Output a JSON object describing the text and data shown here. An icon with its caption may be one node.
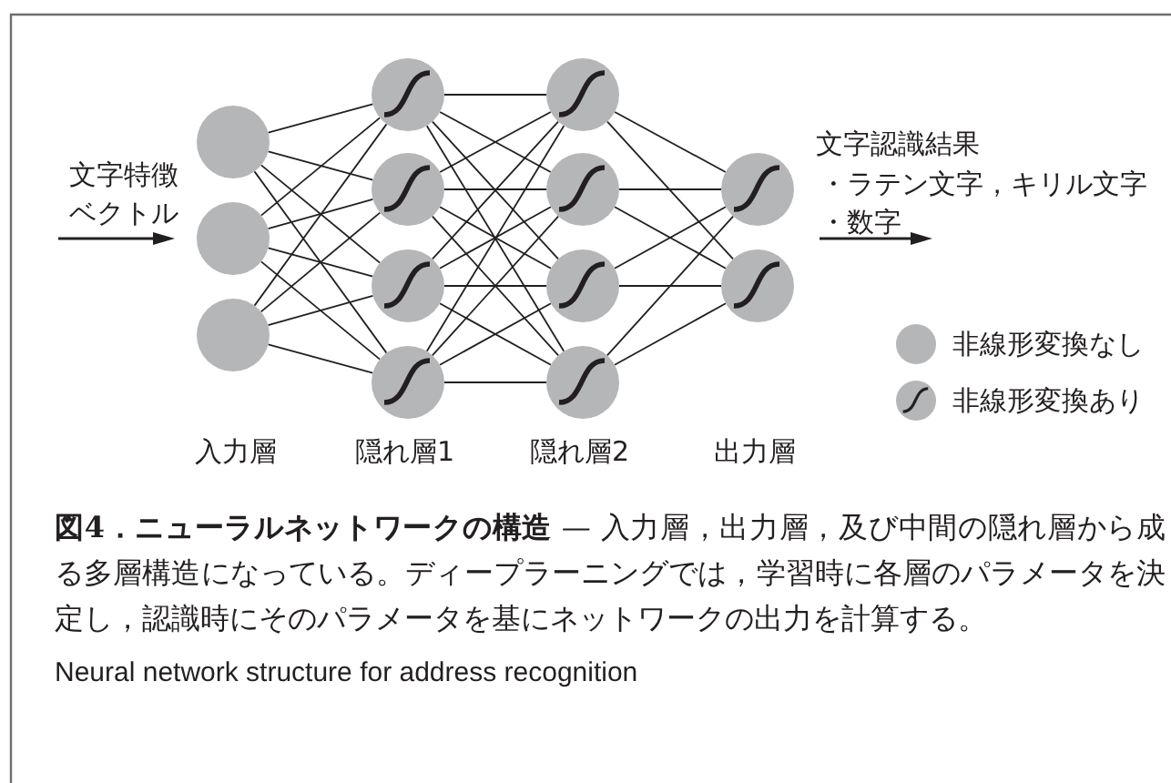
{
  "diagram": {
    "caption": "**図4．ニューラルネットワークの構造** — 入力層，出力層，及び中間の隠れ層から成る多層構造になっている。ディープラーニングでは，学習時に各層のパラメータを決定し，認識時にそのパラメータを基にネットワークの出力を計算する。",
    "nodes": [
      {
        "text": [],
        "shape": "circle"
      },
      {
        "text": [],
        "shape": "circle"
      },
      {
        "text": [],
        "shape": "circle"
      },
      {
        "text": [],
        "shape": "circle"
      },
      {
        "text": [],
        "shape": "circle"
      },
      {
        "text": [],
        "shape": "circle"
      },
      {
        "text": [],
        "shape": "circle"
      },
      {
        "text": [],
        "shape": "circle"
      },
      {
        "text": [],
        "shape": "circle"
      },
      {
        "text": [],
        "shape": "circle"
      },
      {
        "text": [],
        "shape": "circle"
      },
      {
        "text": [],
        "shape": "circle"
      },
      {
        "text": [],
        "shape": "circle"
      }
    ],
    "edges": [
      {
        "from": 0,
        "to": 3,
        "arrow": "none"
      },
      {
        "from": 0,
        "to": 4,
        "arrow": "none"
      },
      {
        "from": 0,
        "to": 5,
        "arrow": "none"
      },
      {
        "from": 0,
        "to": 6,
        "arrow": "none"
      },
      {
        "from": 1,
        "to": 3,
        "arrow": "none"
      },
      {
        "from": 1,
        "to": 4,
        "arrow": "none"
      },
      {
        "from": 1,
        "to": 5,
        "arrow": "none"
      },
      {
        "from": 1,
        "to": 6,
        "arrow": "none"
      },
      {
        "from": 2,
        "to": 3,
        "arrow": "none"
      },
      {
        "from": 2,
        "to": 4,
        "arrow": "none"
      },
      {
        "from": 2,
        "to": 5,
        "arrow": "none"
      },
      {
        "from": 2,
        "to": 6,
        "arrow": "none"
      },
      {
        "from": 3,
        "to": 7,
        "arrow": "none"
      },
      {
        "from": 3,
        "to": 8,
        "arrow": "none"
      },
      {
        "from": 3,
        "to": 9,
        "arrow": "none"
      },
      {
        "from": 3,
        "to": 10,
        "arrow": "none"
      },
      {
        "from": 4,
        "to": 7,
        "arrow": "none"
      },
      {
        "from": 4,
        "to": 8,
        "arrow": "none"
      },
      {
        "from": 4,
        "to": 9,
        "arrow": "none"
      },
      {
        "from": 4,
        "to": 10,
        "arrow": "none"
      },
      {
        "from": 5,
        "to": 7,
        "arrow": "none"
      },
      {
        "from": 5,
        "to": 8,
        "arrow": "none"
      },
      {
        "from": 5,
        "to": 9,
        "arrow": "none"
      },
      {
        "from": 5,
        "to": 10,
        "arrow": "none"
      },
      {
        "from": 6,
        "to": 7,
        "arrow": "none"
      },
      {
        "from": 6,
        "to": 8,
        "arrow": "none"
      },
      {
        "from": 6,
        "to": 9,
        "arrow": "none"
      },
      {
        "from": 6,
        "to": 10,
        "arrow": "none"
      },
      {
        "from": 7,
        "to": 11,
        "arrow": "none"
      },
      {
        "from": 7,
        "to": 12,
        "arrow": "none"
      },
      {
        "from": 8,
        "to": 11,
        "arrow": "none"
      },
      {
        "from": 8,
        "to": 12,
        "arrow": "none"
      },
      {
        "from": 9,
        "to": 11,
        "arrow": "none"
      },
      {
        "from": 9,
        "to": 12,
        "arrow": "none"
      },
      {
        "from": 10,
        "to": 11,
        "arrow": "none"
      },
      {
        "from": 10,
        "to": 12,
        "arrow": "none"
      }
    ],
    "labels": [
      "文字特徴ベクトル",
      "文字認識結果",
      "・ラテン文字，キリル文字",
      "・数字",
      "入力層",
      "隠れ層1",
      "隠れ層2",
      "出力層",
      "Neural network structure for address recognition"
    ],
    "legend": [
      {
        "text": "非線形変換なし"
      },
      {
        "text": "非線形変換あり"
      }
    ]
  }
}
